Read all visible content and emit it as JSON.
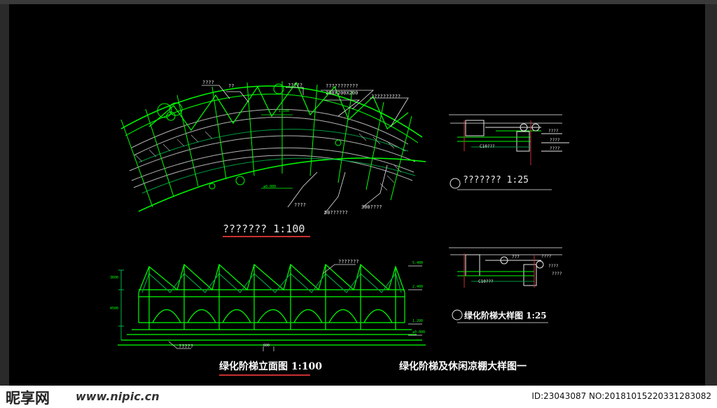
{
  "plan": {
    "title": "???????    1:100",
    "labels": [
      "????",
      "??",
      "?????",
      "???????????",
      "200X200X200",
      "??????????",
      "????",
      "50??????",
      "300????",
      "1.100",
      "±0.000"
    ]
  },
  "section1": {
    "title": "???????     1:25",
    "labels": [
      "C10???",
      "????",
      "????",
      "????"
    ]
  },
  "section2": {
    "title": "绿化阶梯大样图  1:25",
    "labels": [
      "C10???",
      "????",
      "????",
      "???",
      "????"
    ]
  },
  "elevation": {
    "title": "绿化阶梯立面图   1:100",
    "labels": [
      "???????",
      "?????",
      "3600",
      "4500",
      "5.400",
      "2.400",
      "1.200",
      "±0.000",
      "600"
    ]
  },
  "sheet_title": "绿化阶梯及休闲凉棚大样图一",
  "watermark": {
    "brand": "昵享网",
    "url": "www.nipic.cn",
    "id": "ID:23043087 NO:20181015220331283082"
  },
  "colors": {
    "line_green": "#00ff00",
    "dark_green": "#009a3c",
    "white": "#e8e8e8",
    "red": "#c83030",
    "gray": "#b4b4b4"
  }
}
